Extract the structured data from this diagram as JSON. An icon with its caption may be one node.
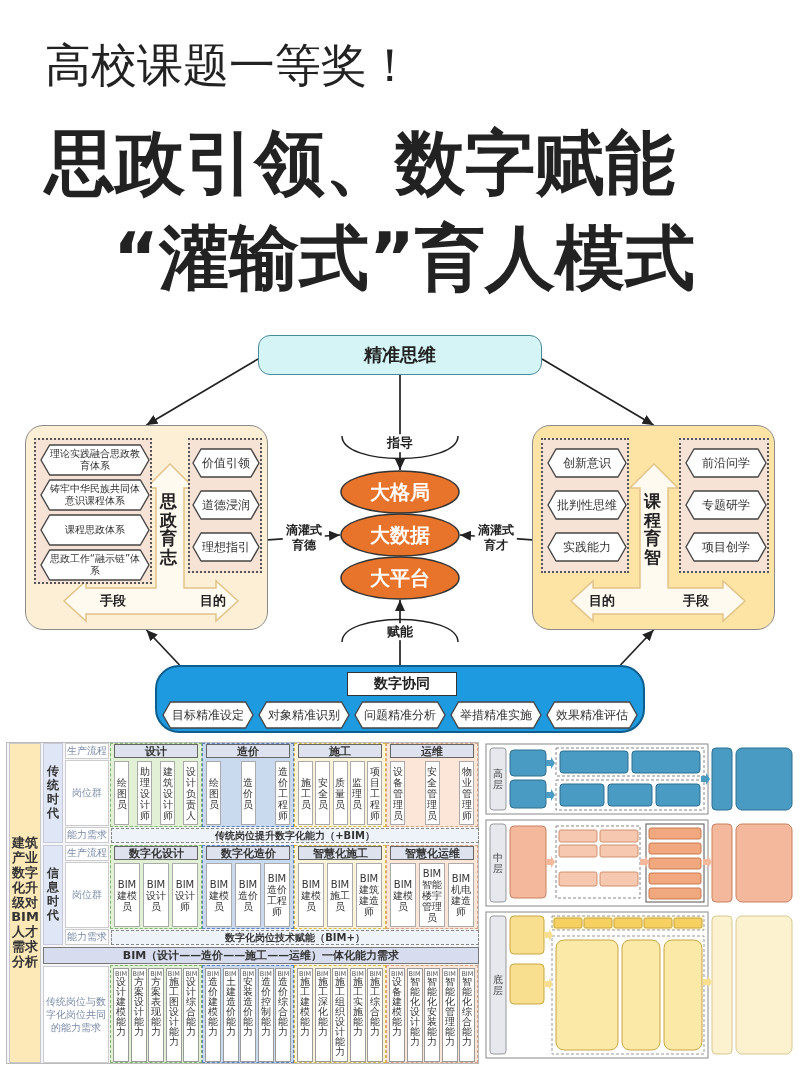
{
  "diagram": {
    "title": "思政引领、数字赋能“灌输式”育人模式",
    "nodes": [
      {
        "text": [
          "精准思维"
        ]
      },
      {
        "text": [
          "思政育志",
          "手段",
          "目的"
        ]
      },
      {
        "text": [],
        "shape": "box",
        "in": 1
      },
      {
        "text": [
          "理论实践融合思政教育体系"
        ],
        "in": 2
      },
      {
        "text": [
          "铸牢中华民族共同体意识课程体系"
        ],
        "in": 2
      },
      {
        "text": [
          "课程思政体系"
        ],
        "in": 2
      },
      {
        "text": [
          "思政工作“融示链”体系"
        ],
        "in": 2
      },
      {
        "text": [],
        "shape": "box",
        "in": 1
      },
      {
        "text": [
          "价值引领"
        ],
        "in": 7
      },
      {
        "text": [
          "道德浸润"
        ],
        "in": 7
      },
      {
        "text": [
          "理想指引"
        ],
        "in": 7
      },
      {
        "text": [
          "大格局"
        ]
      },
      {
        "text": [
          "大数据"
        ]
      },
      {
        "text": [
          "大平台"
        ]
      },
      {
        "text": [
          "课程育智",
          "目的",
          "手段"
        ]
      },
      {
        "text": [],
        "shape": "box",
        "in": 14
      },
      {
        "text": [
          "创新意识"
        ],
        "in": 15
      },
      {
        "text": [
          "批判性思维"
        ],
        "in": 15
      },
      {
        "text": [
          "实践能力"
        ],
        "in": 15
      },
      {
        "text": [],
        "shape": "box",
        "in": 14
      },
      {
        "text": [
          "前沿问学"
        ],
        "in": 19
      },
      {
        "text": [
          "专题研学"
        ],
        "in": 19
      },
      {
        "text": [
          "项目创学"
        ],
        "in": 19
      },
      {
        "text": [],
        "shape": "box"
      },
      {
        "text": [
          "数字协同"
        ],
        "in": 23
      },
      {
        "text": [
          "目标精准设定"
        ],
        "in": 23
      },
      {
        "text": [
          "对象精准识别"
        ],
        "in": 23
      },
      {
        "text": [
          "问题精准分析"
        ],
        "in": 23
      },
      {
        "text": [
          "举措精准实施"
        ],
        "in": 23
      },
      {
        "text": [
          "效果精准评估"
        ],
        "in": 23
      }
    ],
    "edges": [
      {
        "from": 0,
        "to": 1,
        "arrow": "to"
      },
      {
        "from": 0,
        "to": 14,
        "arrow": "to"
      },
      {
        "from": 0,
        "to": 11,
        "arrow": "to",
        "label": "指导"
      },
      {
        "from": 1,
        "to": 12,
        "arrow": "to",
        "label": "滴灌式育德"
      },
      {
        "from": 14,
        "to": 12,
        "arrow": "to",
        "label": "滴灌式育才"
      },
      {
        "from": 23,
        "to": 1,
        "arrow": "to"
      },
      {
        "from": 23,
        "to": 13,
        "arrow": "to",
        "label": "赋能"
      },
      {
        "from": 23,
        "to": 14,
        "arrow": "to"
      }
    ],
    "labels": [
      "高校课题一等奖！",
      "建筑产业数字化升级对BIM人才需求分析",
      "传统时代",
      "生产流程",
      "设计",
      "造价",
      "施工",
      "运维",
      "岗位群",
      "绘图员",
      "助理设计师",
      "建筑设计师",
      "设计负责人",
      "绘图员",
      "造价员",
      "造价工程师",
      "施工员",
      "安全员",
      "质量员",
      "监理员",
      "项目工程师",
      "设备管理员",
      "安全管理员",
      "物业管理师",
      "能力需求",
      "传统岗位提升数字化能力（+BIM）",
      "信息时代",
      "生产流程",
      "数字化设计",
      "数字化造价",
      "智慧化施工",
      "智慧化运维",
      "岗位群",
      "BIM建模员",
      "BIM设计员",
      "BIM设计师",
      "BIM建模员",
      "BIM造价员",
      "BIM造价工程师",
      "BIM建模员",
      "BIM施工员",
      "BIM建筑建造师",
      "BIM建模员",
      "BIM智能楼宇管理员",
      "BIM机电建造师",
      "能力需求",
      "数字化岗位技术赋能（BIM+）",
      "BIM（设计——造价——施工——运维）一体化能力需求",
      "传统岗位与数字化岗位共同的能力需求",
      "BIM",
      "设计建模能力",
      "BIM",
      "方案设计能力",
      "BIM",
      "方案表现能力",
      "BIM",
      "施工图设计能力",
      "BIM",
      "设计综合能力",
      "BIM",
      "造价建模能力",
      "BIM",
      "土建造价能力",
      "BIM",
      "安装造价能力",
      "BIM",
      "造价控制能力",
      "BIM",
      "造价综合能力",
      "BIM",
      "施工建模能力",
      "BIM",
      "施工深化能力",
      "BIM",
      "施工组织设计能力",
      "BIM",
      "施工实施能力",
      "BIM",
      "施工综合能力",
      "BIM",
      "设备建模能力",
      "BIM",
      "智能化设计能力",
      "BIM",
      "智能化安装能力",
      "BIM",
      "智能化管理能力",
      "BIM",
      "智能化综合能力",
      "高层",
      "中层",
      "底层"
    ]
  }
}
